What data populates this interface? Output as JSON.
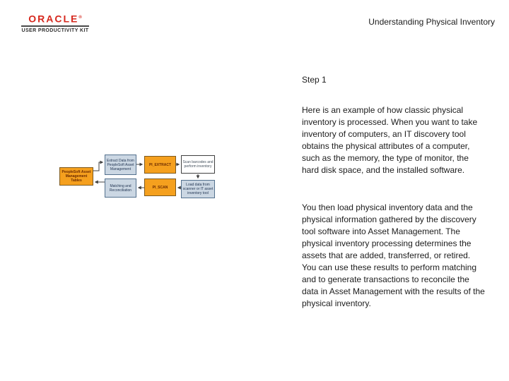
{
  "header": {
    "logo": {
      "brand": "ORACLE",
      "mark": "®",
      "subtitle": "USER PRODUCTIVITY KIT"
    },
    "title": "Understanding Physical Inventory"
  },
  "content": {
    "step_label": "Step 1",
    "paragraphs": {
      "p1": "Here is an example of how classic physical inventory is processed. When you want to take inventory of computers, an IT discovery tool obtains the physical attributes of a computer, such as the memory, the type of monitor, the hard disk space, and the installed software.",
      "p2": "You then load physical inventory data and the physical information gathered by the discovery tool software into Asset Management. The physical inventory processing determines the assets that are added, transferred, or retired. You can use these results to perform matching and to generate transactions to reconcile the data in Asset Management with the results of the physical inventory."
    }
  },
  "diagram": {
    "description": "Physical inventory process flow",
    "colors": {
      "process_box": "#f5a01e",
      "step_box": "#cbd7e3",
      "manual_box": "#ffffff",
      "arrow": "#404040"
    },
    "boxes": {
      "psam_tables": {
        "label": "PeopleSoft Asset Management Tables",
        "type": "process"
      },
      "extract_data": {
        "label": "Extract Data from PeopleSoft Asset Management",
        "type": "step"
      },
      "pi_extract": {
        "label": "PI_EXTRACT",
        "type": "process"
      },
      "scan_barcodes": {
        "label": "Scan barcodes and perform inventory",
        "type": "manual"
      },
      "load_data": {
        "label": "Load data from scanner or IT asset inventory tool",
        "type": "step"
      },
      "pi_scan": {
        "label": "PI_SCAN",
        "type": "process"
      },
      "matching": {
        "label": "Matching and Reconciliation",
        "type": "step"
      }
    }
  }
}
